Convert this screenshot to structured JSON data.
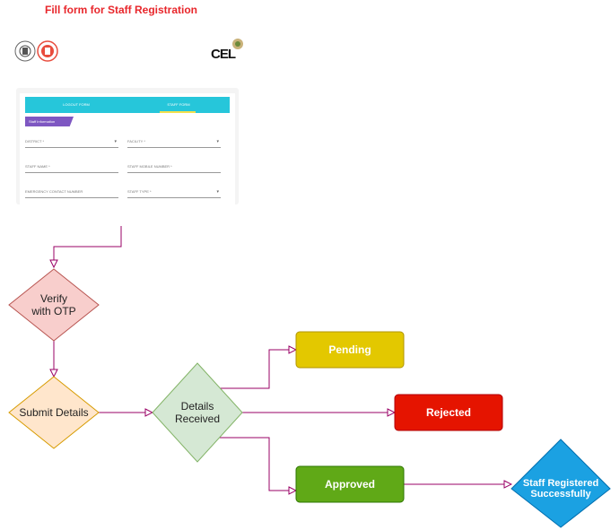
{
  "title": "Fill form for Staff Registration",
  "form": {
    "brand": "CEL",
    "tabs": [
      "LOGOUT FORM",
      "STAFF FORM"
    ],
    "section": "Staff Information",
    "fields": {
      "district": "DISTRICT *",
      "facility": "FACILITY *",
      "staff_name": "STAFF NAME *",
      "staff_mobile": "STAFF MOBILE NUMBER *",
      "emergency_contact": "EMERGENCY CONTACT NUMBER",
      "staff_type": "STAFF TYPE *"
    }
  },
  "nodes": {
    "verify": "Verify\nwith OTP",
    "submit": "Submit Details",
    "details_received": "Details\nReceived",
    "pending": "Pending",
    "rejected": "Rejected",
    "approved": "Approved",
    "registered": "Staff Registered\nSuccessfully"
  },
  "colors": {
    "title": "#e8262b",
    "verify_fill": "#f8cecc",
    "verify_stroke": "#b85450",
    "submit_fill": "#ffe6cc",
    "submit_stroke": "#d79b00",
    "details_fill": "#d5e8d4",
    "details_stroke": "#82b366",
    "pending_fill": "#e3c800",
    "rejected_fill": "#e51400",
    "approved_fill": "#60a917",
    "registered_fill": "#1ba1e2",
    "connector": "#990066"
  }
}
